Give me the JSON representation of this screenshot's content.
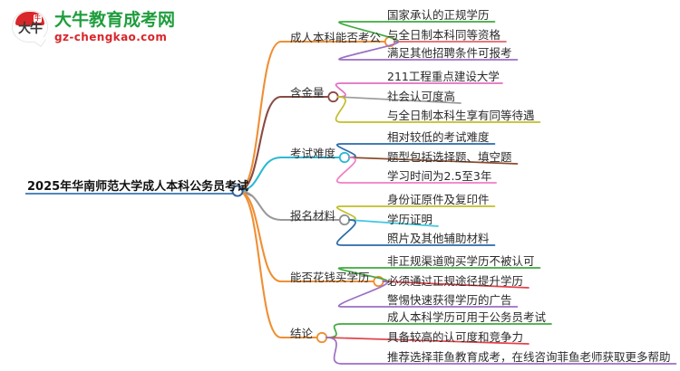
{
  "logo": {
    "mark_text": "大牛",
    "mark_badge": "牛",
    "title": "大牛教育成考网",
    "subtitle": "gz-chengkao.com",
    "brand_green": "#1f9d3d",
    "brand_red": "#d9262a",
    "icon": "speech-bubble-logo-icon"
  },
  "mindmap": {
    "root": {
      "label": "2025年华南师范大学成人本科公务员考试",
      "underline_color": "#3a74b5",
      "hub_color": "#2a5f9e"
    },
    "branches": [
      {
        "label": "成人本科能否考公",
        "color": "#ef8f34",
        "hub_color": "#ef8f34",
        "leaves": [
          {
            "label": "国家承认的正规学历",
            "color": "#3fa93f"
          },
          {
            "label": "与全日制本科同等资格",
            "color": "#e2636b"
          },
          {
            "label": "满足其他招聘条件可报考",
            "color": "#9b6fc4"
          }
        ]
      },
      {
        "label": "含金量",
        "color": "#8a4b43",
        "hub_color": "#8a4b43",
        "leaves": [
          {
            "label": "211工程重点建设大学",
            "color": "#e070c0"
          },
          {
            "label": "社会认可度高",
            "color": "#9a9a9a"
          },
          {
            "label": "与全日制本科生享有同等待遇",
            "color": "#c3bd28"
          }
        ]
      },
      {
        "label": "考试难度",
        "color": "#2cb9d4",
        "hub_color": "#2cb9d4",
        "leaves": [
          {
            "label": "相对较低的考试难度",
            "color": "#2a6ba8"
          },
          {
            "label": "题型包括选择题、填空题",
            "color": "#8a4b2a"
          },
          {
            "label": "学习时间为2.5至3年",
            "color": "#f07ec0"
          }
        ]
      },
      {
        "label": "报名材料",
        "color": "#9a9a9a",
        "hub_color": "#8f8f8f",
        "leaves": [
          {
            "label": "身份证原件及复印件",
            "color": "#c3bd28"
          },
          {
            "label": "学历证明",
            "color": "#3fc8e0"
          },
          {
            "label": "照片及其他辅助材料",
            "color": "#2a6ba8"
          }
        ]
      },
      {
        "label": "能否花钱买学历",
        "color": "#ef8f34",
        "hub_color": "#ef8f34",
        "leaves": [
          {
            "label": "非正规渠道购买学历不被认可",
            "color": "#3fa93f"
          },
          {
            "label": "必须通过正规途径提升学历",
            "color": "#e2424a"
          },
          {
            "label": "警惕快速获得学历的广告",
            "color": "#9b6fc4"
          }
        ]
      },
      {
        "label": "结论",
        "color": "#ef8f34",
        "hub_color": "#ef8f34",
        "leaves": [
          {
            "label": "成人本科学历可用于公务员考试",
            "color": "#3fa93f"
          },
          {
            "label": "具备较高的认可度和竞争力",
            "color": "#e2424a"
          },
          {
            "label": "推荐选择菲鱼教育成考，在线咨询菲鱼老师获取更多帮助",
            "color": "#9b6fc4"
          }
        ]
      }
    ]
  }
}
